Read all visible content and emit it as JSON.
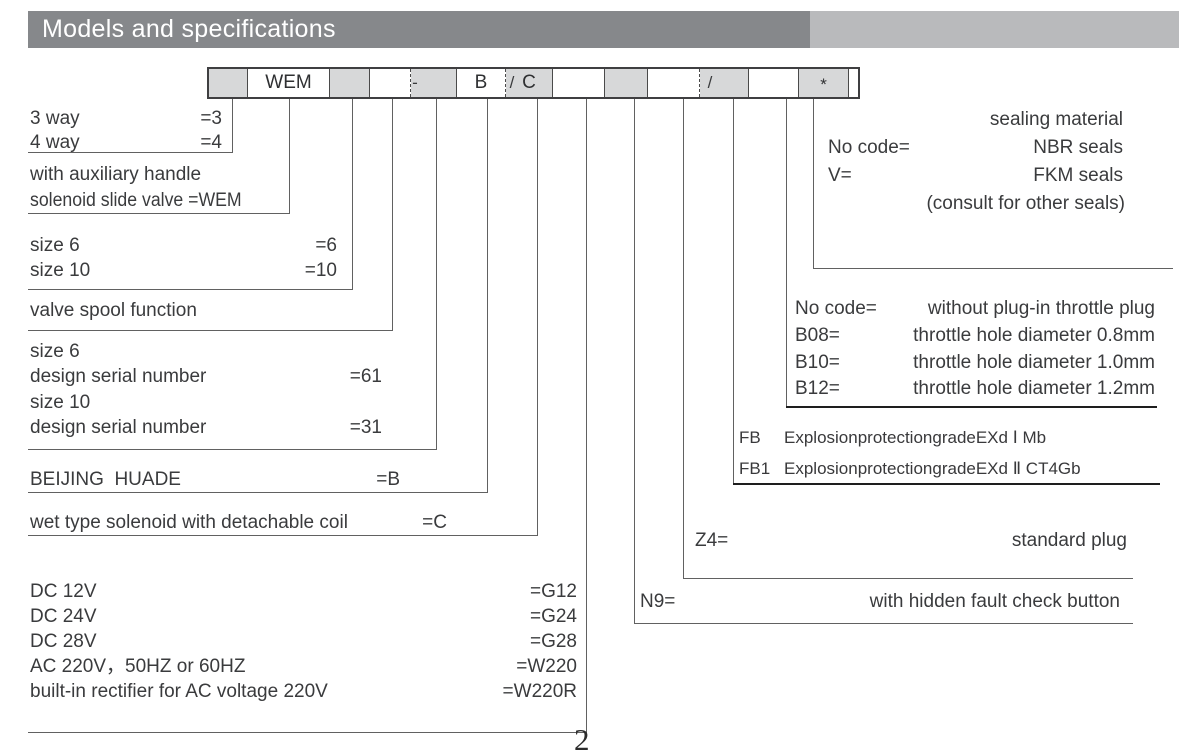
{
  "header": {
    "title": "Models and specifications"
  },
  "page_number": "2",
  "colors": {
    "header_bar": "#86888b",
    "header_bar_right": "#b9babc",
    "cell_shaded": "#d7d8d9",
    "connector_line": "#616161",
    "dark_rule": "#1e1e1e",
    "text": "#3a3b3d"
  },
  "model_code": {
    "cells": [
      "",
      "WEM",
      "",
      "",
      "",
      "B",
      "C",
      "",
      "",
      "",
      "",
      "",
      "*"
    ],
    "separators": [
      "-",
      "/",
      "/"
    ]
  },
  "left_labels": {
    "way3": {
      "label": "3 way",
      "code": "=3"
    },
    "way4": {
      "label": "4 way",
      "code": "=4"
    },
    "handle_line1": "with auxiliary handle",
    "handle_line2": "solenoid slide valve =WEM",
    "size6": {
      "label": "size 6",
      "code": "=6"
    },
    "size10": {
      "label": "size 10",
      "code": "=10"
    },
    "spool": "valve spool function",
    "design6_title": "size 6",
    "design6": {
      "label": "design serial number",
      "code": "=61"
    },
    "design10_title": "size 10",
    "design10": {
      "label": "design serial number",
      "code": "=31"
    },
    "brand": {
      "label": "BEIJING  HUADE",
      "code": "=B"
    },
    "coil": {
      "label": "wet type solenoid with detachable coil",
      "code": "=C"
    },
    "voltages": [
      {
        "label": "DC 12V",
        "code": "=G12"
      },
      {
        "label": "DC 24V",
        "code": "=G24"
      },
      {
        "label": "DC 28V",
        "code": "=G28"
      },
      {
        "label": "AC 220V，50HZ or 60HZ",
        "code": "=W220"
      },
      {
        "label": "built-in rectifier for AC voltage 220V",
        "code": "=W220R"
      }
    ]
  },
  "right_labels": {
    "sealing": {
      "title": "sealing material",
      "rows": [
        {
          "code": "No code=",
          "desc": "NBR seals"
        },
        {
          "code": "V=",
          "desc": "FKM seals"
        }
      ],
      "note": "(consult for other seals)"
    },
    "throttle": {
      "rows": [
        {
          "code": "No code=",
          "desc": "without plug-in throttle plug"
        },
        {
          "code": "B08=",
          "desc": "throttle hole diameter 0.8mm"
        },
        {
          "code": "B10=",
          "desc": "throttle hole diameter 1.0mm"
        },
        {
          "code": "B12=",
          "desc": "throttle hole diameter 1.2mm"
        }
      ]
    },
    "explosion": {
      "rows": [
        {
          "code": "FB",
          "desc": "ExplosionprotectiongradeEXd Ⅰ Mb"
        },
        {
          "code": "FB1",
          "desc": "ExplosionprotectiongradeEXd Ⅱ CT4Gb"
        }
      ]
    },
    "plug": {
      "code": "Z4=",
      "desc": "standard plug"
    },
    "fault": {
      "code": "N9=",
      "desc": "with hidden fault check button"
    }
  }
}
